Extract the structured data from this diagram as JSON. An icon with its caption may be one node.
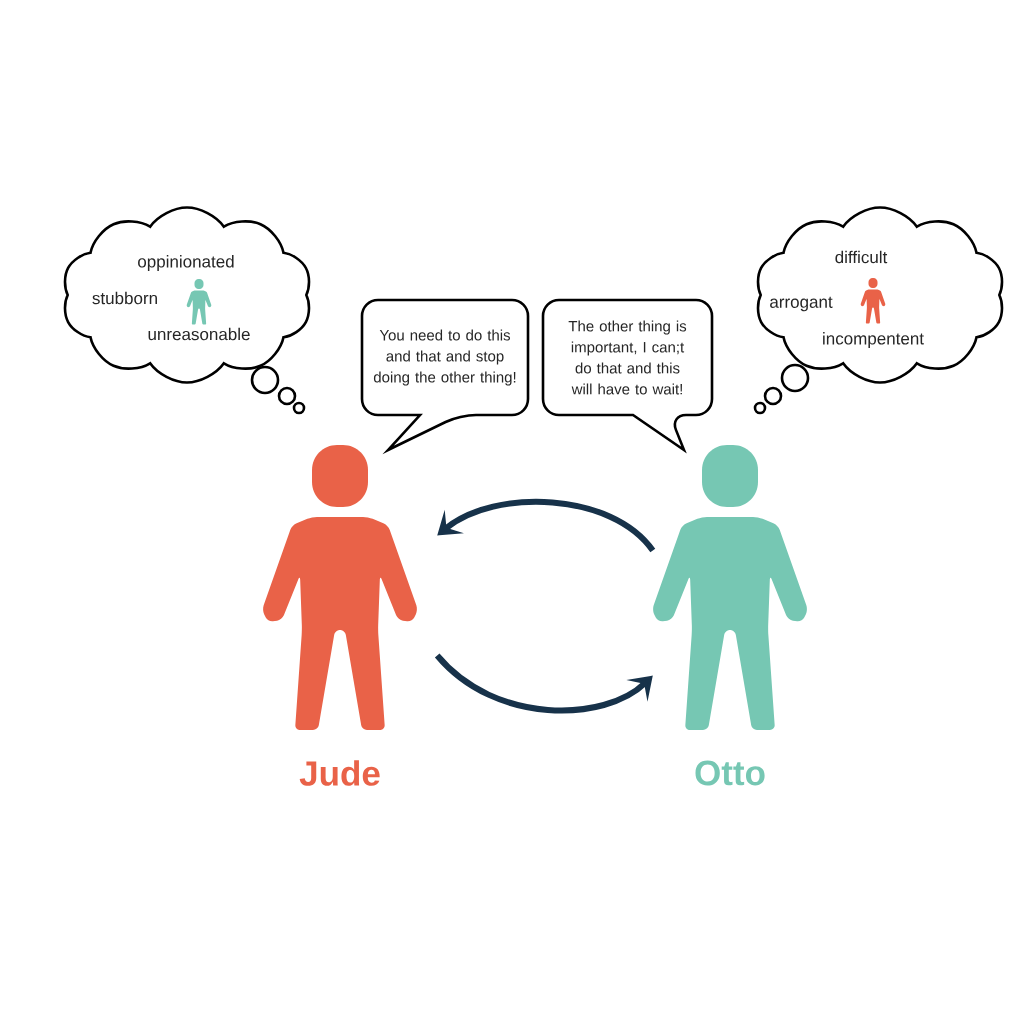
{
  "diagram": {
    "nodes": [
      {
        "text": [
          "Jude"
        ]
      },
      {
        "text": [
          "Otto"
        ]
      },
      {
        "text": [
          "oppinionated",
          "stubborn",
          "unreasonable"
        ]
      },
      {
        "text": [],
        "shape": "person",
        "in": 2
      },
      {
        "text": [
          "difficult",
          "arrogant",
          "incompentent"
        ]
      },
      {
        "text": [],
        "shape": "person",
        "in": 4
      },
      {
        "text": [
          "You need to do this and that and stop doing the other thing!"
        ]
      },
      {
        "text": [
          "The other thing is important, I can;t do that and this will have to wait!"
        ]
      }
    ],
    "edges": [
      {
        "from": 1,
        "to": 0,
        "arrow": "to"
      },
      {
        "from": 0,
        "to": 1,
        "arrow": "to"
      }
    ]
  }
}
